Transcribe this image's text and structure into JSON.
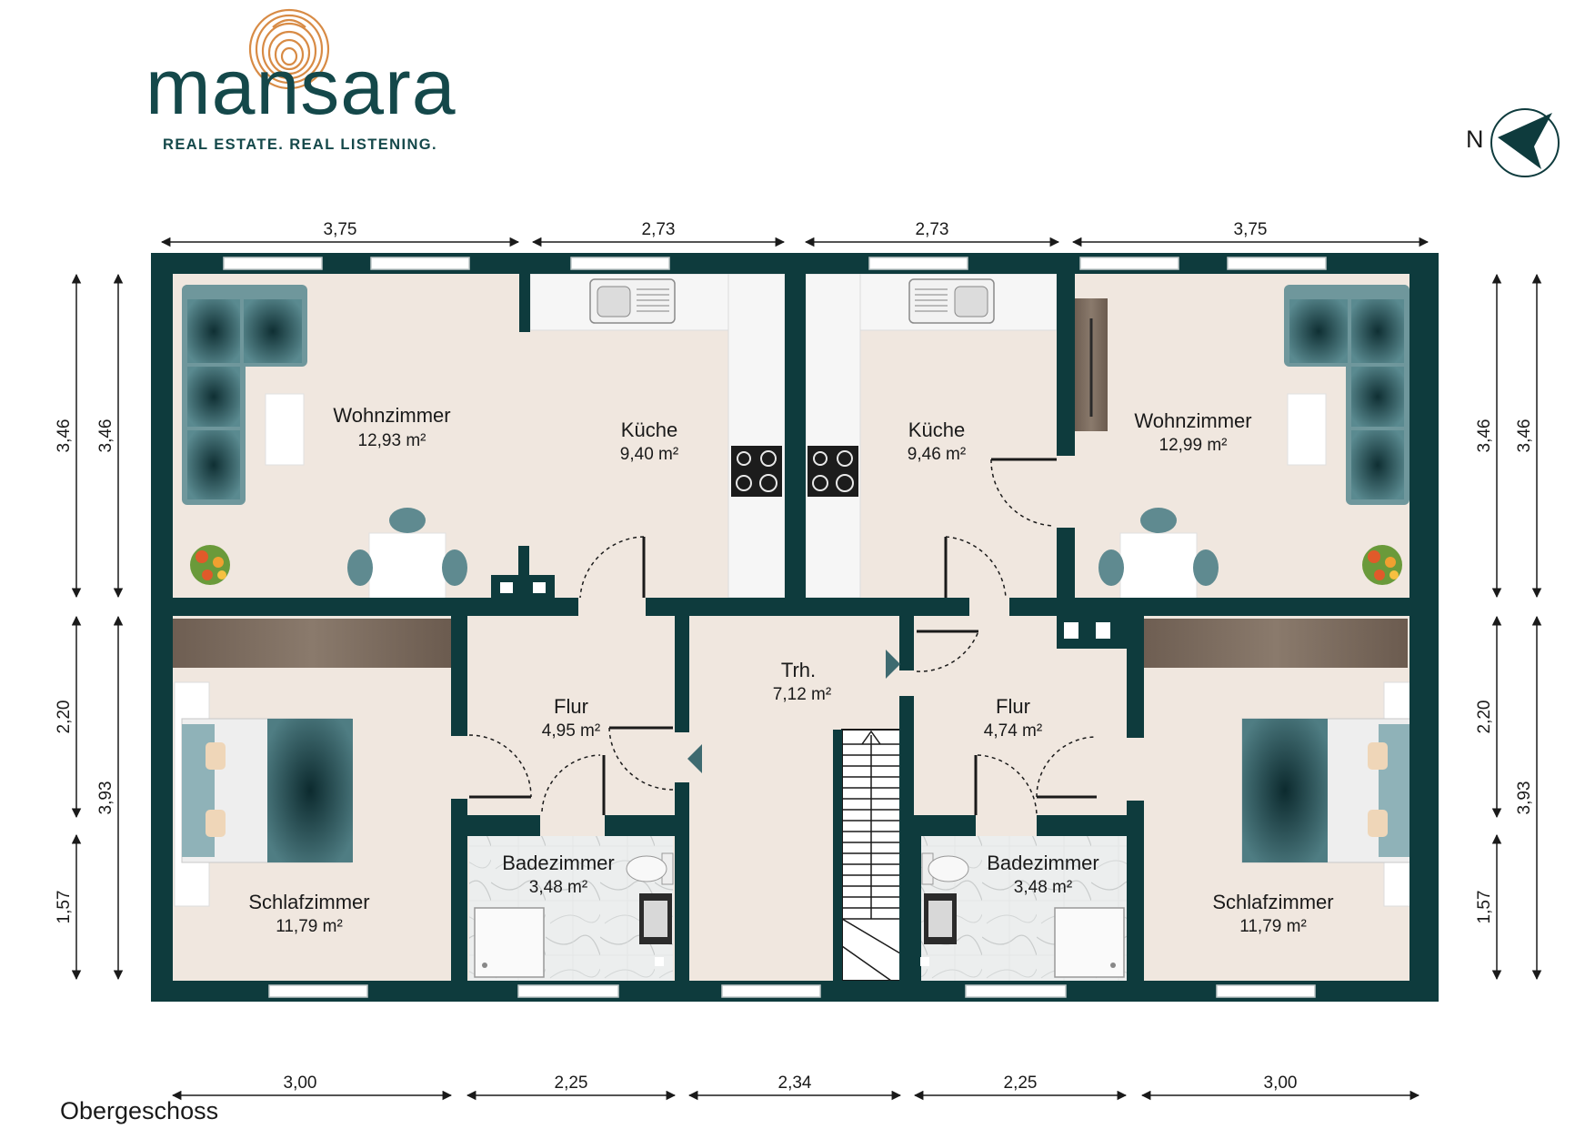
{
  "logo": {
    "wordmark": "mansara",
    "tagline": "REAL ESTATE. REAL LISTENING."
  },
  "compass": {
    "label": "N"
  },
  "floor_label": "Obergeschoss",
  "rooms": [
    {
      "name": "Wohnzimmer",
      "area": "12,93 m²"
    },
    {
      "name": "Küche",
      "area": "9,40 m²"
    },
    {
      "name": "Küche",
      "area": "9,46 m²"
    },
    {
      "name": "Wohnzimmer",
      "area": "12,99 m²"
    },
    {
      "name": "Trh.",
      "area": "7,12 m²"
    },
    {
      "name": "Flur",
      "area": "4,95 m²"
    },
    {
      "name": "Flur",
      "area": "4,74 m²"
    },
    {
      "name": "Badezimmer",
      "area": "3,48 m²"
    },
    {
      "name": "Badezimmer",
      "area": "3,48 m²"
    },
    {
      "name": "Schlafzimmer",
      "area": "11,79 m²"
    },
    {
      "name": "Schlafzimmer",
      "area": "11,79 m²"
    }
  ],
  "dimensions": {
    "top": [
      "3,75",
      "2,73",
      "2,73",
      "3,75"
    ],
    "bottom": [
      "3,00",
      "2,25",
      "2,34",
      "2,25",
      "3,00"
    ],
    "left_outer": [
      "3,46",
      "2,20",
      "1,57"
    ],
    "left_inner": [
      "3,46",
      "3,93"
    ],
    "right_inner": [
      "3,46",
      "2,20",
      "1,57"
    ],
    "right_outer": [
      "3,46",
      "3,93"
    ]
  },
  "colors": {
    "wall": "#0e3b3d",
    "floor": "#f0e7df",
    "kitchen_counter": "#f6f6f6",
    "sofa": "#4e7f86",
    "wood": "#7a6a5c",
    "logo": "#14484a",
    "fingerprint": "#d88b45"
  }
}
